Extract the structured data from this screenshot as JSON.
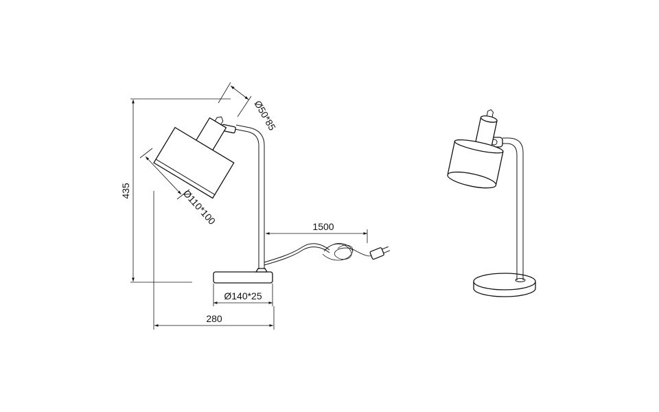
{
  "diagram": {
    "dimensions": {
      "height": "435",
      "small_shade": "Ø50*85",
      "large_shade": "Ø110*100",
      "cable": "1500",
      "base": "Ø140*25",
      "width": "280"
    }
  }
}
